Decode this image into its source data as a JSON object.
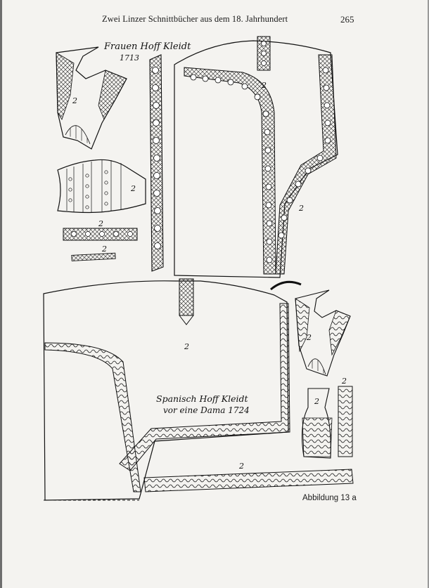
{
  "header": {
    "running_title": "Zwei Linzer Schnittbücher aus dem 18. Jahrhundert",
    "page_number": "265"
  },
  "caption": "Abbildung 13 a",
  "drawings": {
    "top_label_line1": "Frauen Hoff Kleidt",
    "top_label_line2": "1713",
    "bottom_label_line1": "Spanisch Hoff Kleidt",
    "bottom_label_line2": "vor eine Dama 1724",
    "piece_marker": "2"
  }
}
